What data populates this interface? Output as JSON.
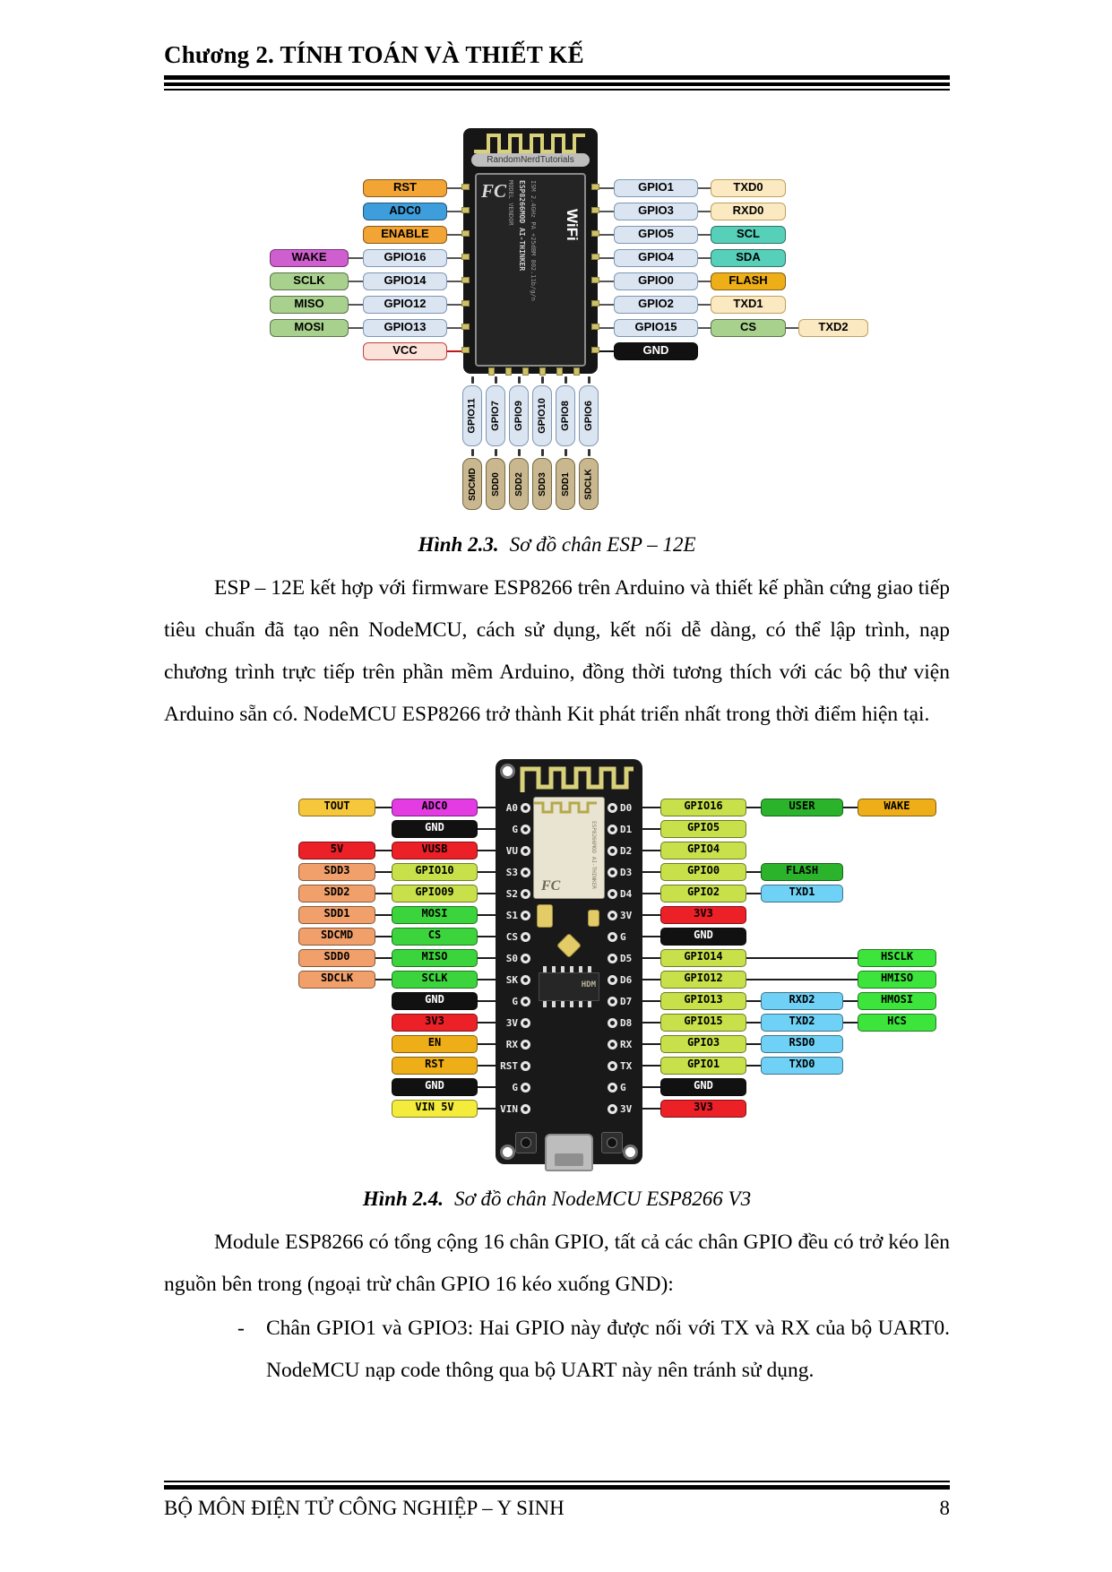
{
  "header": {
    "title": "Chương 2. TÍNH TOÁN VÀ THIẾT KẾ"
  },
  "footer": {
    "department": "BỘ MÔN ĐIỆN TỬ CÔNG NGHIỆP – Y SINH",
    "page_number": "8"
  },
  "colors": {
    "amber": "#f2a434",
    "blue": "#3e9edb",
    "magenta": "#cf5fcf",
    "ltgreen": "#a9d18e",
    "pin": "#dbe5f1",
    "vcc": "#fbe3da",
    "tan": "#fbe9c2",
    "teal": "#57d0ba",
    "amber2": "#eeae17",
    "black": "#111111",
    "sd": "#c9b88f",
    "yellow": "#f7c73b",
    "bmagenta": "#e23ce2",
    "red": "#ec2027",
    "salmon": "#f2a06b",
    "lime": "#c8e049",
    "green": "#3cd43c",
    "dkgreen": "#2bb32b",
    "vyellow": "#f3ec3d",
    "ltblue": "#6fd1f6",
    "bgreen": "#3ce43c"
  },
  "colors_border": {
    "pin": "#7f97b5",
    "vcc": "#c04040",
    "tan": "#bfa05f",
    "sd": "#75683f"
  },
  "figure1": {
    "caption_label": "Hình 2.3.",
    "caption_text": "Sơ đồ chân ESP – 12E",
    "board": {
      "brand": "RandomNerdTutorials",
      "fcc_mark": "FC",
      "model_col": "MODEL VENDOR",
      "spec_col": "ISM 2.4GHz PA +25dBM 802.11b/g/n",
      "chip_col": "ESP8266MOD AI-THINKER",
      "wifi_mark": "WiFi"
    },
    "left_rows": [
      {
        "slots": [
          null,
          {
            "t": "RST",
            "c": "amber"
          }
        ]
      },
      {
        "slots": [
          null,
          {
            "t": "ADC0",
            "c": "blue"
          }
        ]
      },
      {
        "slots": [
          null,
          {
            "t": "ENABLE",
            "c": "amber"
          }
        ]
      },
      {
        "slots": [
          {
            "t": "WAKE",
            "c": "magenta"
          },
          {
            "t": "GPIO16",
            "c": "pin"
          }
        ]
      },
      {
        "slots": [
          {
            "t": "SCLK",
            "c": "ltgreen"
          },
          {
            "t": "GPIO14",
            "c": "pin"
          }
        ]
      },
      {
        "slots": [
          {
            "t": "MISO",
            "c": "ltgreen"
          },
          {
            "t": "GPIO12",
            "c": "pin"
          }
        ]
      },
      {
        "slots": [
          {
            "t": "MOSI",
            "c": "ltgreen"
          },
          {
            "t": "GPIO13",
            "c": "pin"
          }
        ]
      },
      {
        "slots": [
          null,
          {
            "t": "VCC",
            "c": "vcc"
          }
        ],
        "lc": "#c01818"
      }
    ],
    "right_rows": [
      {
        "slots": [
          {
            "t": "GPIO1",
            "c": "pin"
          },
          {
            "t": "TXD0",
            "c": "tan"
          },
          null
        ]
      },
      {
        "slots": [
          {
            "t": "GPIO3",
            "c": "pin"
          },
          {
            "t": "RXD0",
            "c": "tan"
          },
          null
        ]
      },
      {
        "slots": [
          {
            "t": "GPIO5",
            "c": "pin"
          },
          {
            "t": "SCL",
            "c": "teal"
          },
          null
        ]
      },
      {
        "slots": [
          {
            "t": "GPIO4",
            "c": "pin"
          },
          {
            "t": "SDA",
            "c": "teal"
          },
          null
        ]
      },
      {
        "slots": [
          {
            "t": "GPIO0",
            "c": "pin"
          },
          {
            "t": "FLASH",
            "c": "amber2"
          },
          null
        ]
      },
      {
        "slots": [
          {
            "t": "GPIO2",
            "c": "pin"
          },
          {
            "t": "TXD1",
            "c": "tan"
          },
          null
        ]
      },
      {
        "slots": [
          {
            "t": "GPIO15",
            "c": "pin"
          },
          {
            "t": "CS",
            "c": "ltgreen"
          },
          {
            "t": "TXD2",
            "c": "tan"
          }
        ]
      },
      {
        "slots": [
          {
            "t": "GND",
            "c": "black"
          },
          null,
          null
        ],
        "lc": "#111111"
      }
    ],
    "bottom_gpio_row": [
      "GPIO11",
      "GPIO7",
      "GPIO9",
      "GPIO10",
      "GPIO8",
      "GPIO6"
    ],
    "bottom_sd_row": [
      "SDCMD",
      "SDD0",
      "SDD2",
      "SDD3",
      "SDD1",
      "SDCLK"
    ]
  },
  "paragraph1": "ESP – 12E kết hợp với firmware ESP8266 trên Arduino và thiết kế phần cứng giao tiếp tiêu chuẩn đã tạo nên NodeMCU, cách sử dụng, kết nối dễ dàng, có thể lập trình, nạp chương trình trực tiếp trên phần mềm Arduino, đồng thời tương thích với các bộ thư viện Arduino sẵn có. NodeMCU ESP8266 trở thành Kit phát triển nhất trong thời điểm hiện tại.",
  "figure2": {
    "caption_label": "Hình 2.4.",
    "caption_text": "Sơ đồ chân NodeMCU ESP8266 V3",
    "board": {
      "chip_mark": "FC",
      "chip_text": "ESP8266MOD AI-THINKER",
      "ic_mark": "HDM"
    },
    "left_rows": [
      {
        "slots": [
          {
            "t": "TOUT",
            "c": "yellow"
          },
          {
            "t": "ADC0",
            "c": "bmagenta"
          }
        ],
        "pin": "A0"
      },
      {
        "slots": [
          null,
          {
            "t": "GND",
            "c": "black"
          }
        ],
        "pin": "G"
      },
      {
        "slots": [
          {
            "t": "5V",
            "c": "red"
          },
          {
            "t": "VUSB",
            "c": "red"
          }
        ],
        "pin": "VU"
      },
      {
        "slots": [
          {
            "t": "SDD3",
            "c": "salmon"
          },
          {
            "t": "GPIO10",
            "c": "lime"
          }
        ],
        "pin": "S3"
      },
      {
        "slots": [
          {
            "t": "SDD2",
            "c": "salmon"
          },
          {
            "t": "GPIO09",
            "c": "lime"
          }
        ],
        "pin": "S2"
      },
      {
        "slots": [
          {
            "t": "SDD1",
            "c": "salmon"
          },
          {
            "t": "MOSI",
            "c": "green"
          }
        ],
        "pin": "S1"
      },
      {
        "slots": [
          {
            "t": "SDCMD",
            "c": "salmon"
          },
          {
            "t": "CS",
            "c": "green"
          }
        ],
        "pin": "CS"
      },
      {
        "slots": [
          {
            "t": "SDD0",
            "c": "salmon"
          },
          {
            "t": "MISO",
            "c": "green"
          }
        ],
        "pin": "S0"
      },
      {
        "slots": [
          {
            "t": "SDCLK",
            "c": "salmon"
          },
          {
            "t": "SCLK",
            "c": "green"
          }
        ],
        "pin": "SK"
      },
      {
        "slots": [
          null,
          {
            "t": "GND",
            "c": "black"
          }
        ],
        "pin": "G"
      },
      {
        "slots": [
          null,
          {
            "t": "3V3",
            "c": "red"
          }
        ],
        "pin": "3V"
      },
      {
        "slots": [
          null,
          {
            "t": "EN",
            "c": "amber2"
          }
        ],
        "pin": "RX"
      },
      {
        "slots": [
          null,
          {
            "t": "RST",
            "c": "amber2"
          }
        ],
        "pin": "RST"
      },
      {
        "slots": [
          null,
          {
            "t": "GND",
            "c": "black"
          }
        ],
        "pin": "G"
      },
      {
        "slots": [
          null,
          {
            "t": "VIN 5V",
            "c": "vyellow"
          }
        ],
        "pin": "VIN"
      }
    ],
    "right_rows": [
      {
        "pin": "D0",
        "slots": [
          {
            "t": "GPIO16",
            "c": "lime"
          },
          {
            "t": "USER",
            "c": "dkgreen"
          },
          {
            "t": "WAKE",
            "c": "amber2"
          }
        ]
      },
      {
        "pin": "D1",
        "slots": [
          {
            "t": "GPIO5",
            "c": "lime"
          },
          null,
          null
        ]
      },
      {
        "pin": "D2",
        "slots": [
          {
            "t": "GPIO4",
            "c": "lime"
          },
          null,
          null
        ]
      },
      {
        "pin": "D3",
        "slots": [
          {
            "t": "GPIO0",
            "c": "lime"
          },
          {
            "t": "FLASH",
            "c": "dkgreen"
          },
          null
        ]
      },
      {
        "pin": "D4",
        "slots": [
          {
            "t": "GPIO2",
            "c": "lime"
          },
          {
            "t": "TXD1",
            "c": "ltblue"
          },
          null
        ]
      },
      {
        "pin": "3V",
        "slots": [
          {
            "t": "3V3",
            "c": "red"
          },
          null,
          null
        ]
      },
      {
        "pin": "G",
        "slots": [
          {
            "t": "GND",
            "c": "black"
          },
          null,
          null
        ]
      },
      {
        "pin": "D5",
        "slots": [
          {
            "t": "GPIO14",
            "c": "lime"
          },
          null,
          {
            "t": "HSCLK",
            "c": "bgreen"
          }
        ]
      },
      {
        "pin": "D6",
        "slots": [
          {
            "t": "GPIO12",
            "c": "lime"
          },
          null,
          {
            "t": "HMISO",
            "c": "bgreen"
          }
        ]
      },
      {
        "pin": "D7",
        "slots": [
          {
            "t": "GPIO13",
            "c": "lime"
          },
          {
            "t": "RXD2",
            "c": "ltblue"
          },
          {
            "t": "HMOSI",
            "c": "bgreen"
          }
        ]
      },
      {
        "pin": "D8",
        "slots": [
          {
            "t": "GPIO15",
            "c": "lime"
          },
          {
            "t": "TXD2",
            "c": "ltblue"
          },
          {
            "t": "HCS",
            "c": "bgreen"
          }
        ]
      },
      {
        "pin": "RX",
        "slots": [
          {
            "t": "GPIO3",
            "c": "lime"
          },
          {
            "t": "RSD0",
            "c": "ltblue"
          },
          null
        ]
      },
      {
        "pin": "TX",
        "slots": [
          {
            "t": "GPIO1",
            "c": "lime"
          },
          {
            "t": "TXD0",
            "c": "ltblue"
          },
          null
        ]
      },
      {
        "pin": "G",
        "slots": [
          {
            "t": "GND",
            "c": "black"
          },
          null,
          null
        ]
      },
      {
        "pin": "3V",
        "slots": [
          {
            "t": "3V3",
            "c": "red"
          },
          null,
          null
        ]
      }
    ]
  },
  "paragraph2": "Module ESP8266 có tổng cộng 16 chân GPIO, tất cả các chân GPIO đều có trở kéo lên nguồn bên trong (ngoại trừ chân GPIO 16 kéo xuống GND):",
  "bullet": {
    "dash": "-",
    "text": "Chân GPIO1 và GPIO3: Hai GPIO này được nối với TX và RX của bộ UART0. NodeMCU nạp code thông qua bộ UART này nên tránh sử dụng."
  }
}
